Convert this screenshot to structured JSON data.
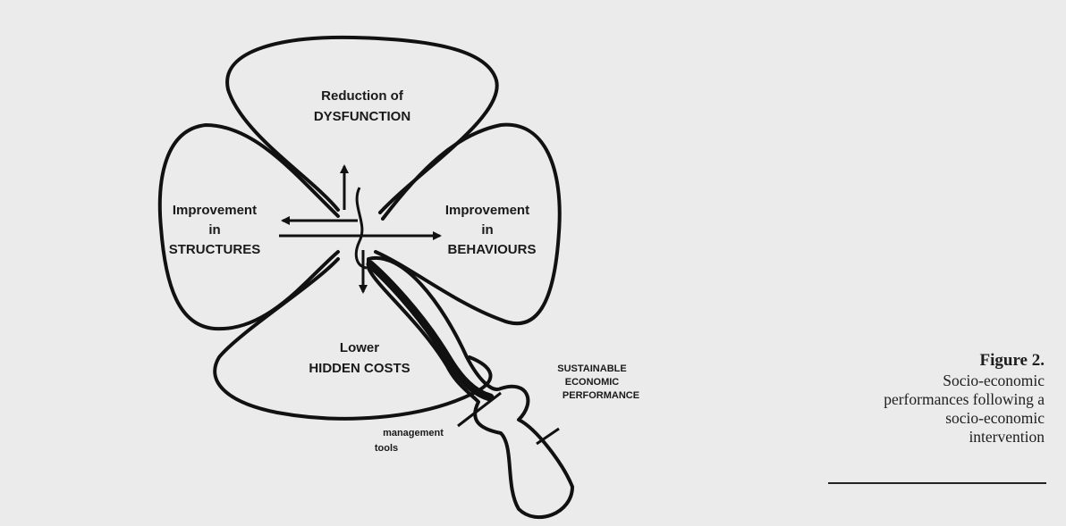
{
  "diagram": {
    "petals": {
      "top": [
        "Reduction of",
        "DYSFUNCTION"
      ],
      "left": [
        "Improvement",
        "in",
        "STRUCTURES"
      ],
      "right": [
        "Improvement",
        "in",
        "BEHAVIOURS"
      ],
      "bottom": [
        "Lower",
        "HIDDEN COSTS"
      ]
    },
    "outcome": [
      "SUSTAINABLE",
      "ECONOMIC",
      "PERFORMANCE"
    ],
    "tools": [
      "management",
      "tools"
    ]
  },
  "caption": {
    "label": "Figure 2.",
    "lines": [
      "Socio-economic",
      "performances following a",
      "socio-economic",
      "intervention"
    ]
  }
}
